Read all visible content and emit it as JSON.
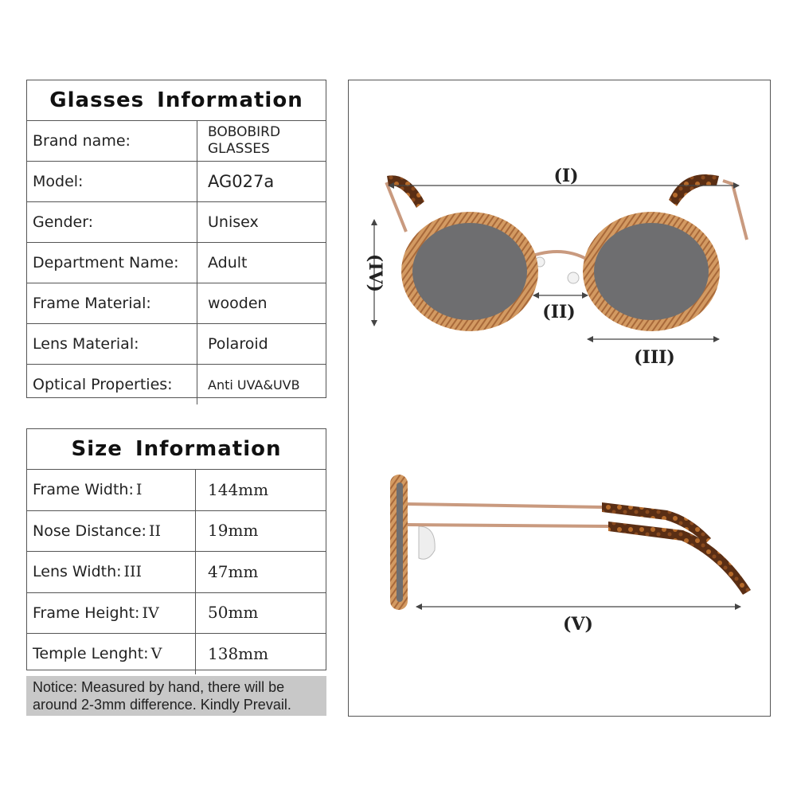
{
  "glasses_info": {
    "title": "Glasses  Information",
    "rows": [
      {
        "label": "Brand name:",
        "value": "BOBOBIRD GLASSES"
      },
      {
        "label": "Model:",
        "value": "AG027a"
      },
      {
        "label": "Gender:",
        "value": "Unisex"
      },
      {
        "label": "Department Name:",
        "value": "Adult"
      },
      {
        "label": "Frame Material:",
        "value": "wooden"
      },
      {
        "label": "Lens Material:",
        "value": "Polaroid"
      },
      {
        "label": "Optical Properties:",
        "value": "Anti UVA&UVB"
      }
    ]
  },
  "size_info": {
    "title": "Size  Information",
    "rows": [
      {
        "label": "Frame Width:",
        "roman": "I",
        "value": "144mm"
      },
      {
        "label": "Nose Distance:",
        "roman": "II",
        "value": "19mm"
      },
      {
        "label": "Lens Width:",
        "roman": "III",
        "value": "47mm"
      },
      {
        "label": "Frame Height:",
        "roman": "IV",
        "value": "50mm"
      },
      {
        "label": "Temple Lenght:",
        "roman": "V",
        "value": "138mm"
      }
    ]
  },
  "notice": "Notice: Measured by hand, there will be around 2-3mm difference. Kindly Prevail.",
  "diagram": {
    "labels": {
      "frame_width": "(I)",
      "nose_distance": "(II)",
      "lens_width": "(III)",
      "frame_height": "(IV)",
      "temple_length": "(V)"
    }
  },
  "colors": {
    "wood": "#c98f5a",
    "wood_dark": "#8a5a32",
    "metal": "#d4a58a",
    "lens": "#6e6e70",
    "tortoise": "#6b3a1c",
    "notice_bg": "#c8c8c8"
  }
}
